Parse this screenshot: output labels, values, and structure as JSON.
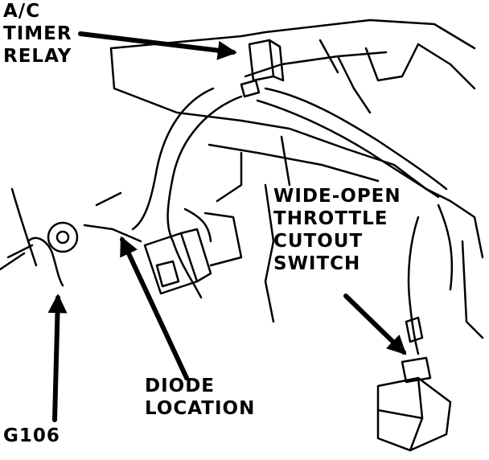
{
  "labels": {
    "relay": [
      "A/C",
      "TIMER",
      "RELAY"
    ],
    "wot_switch": [
      "WIDE-OPEN",
      "THROTTLE",
      "CUTOUT",
      "SWITCH"
    ],
    "diode": [
      "DIODE",
      "LOCATION"
    ],
    "ground": "G106"
  },
  "colors": {
    "ink": "#000000",
    "paper": "#ffffff"
  }
}
